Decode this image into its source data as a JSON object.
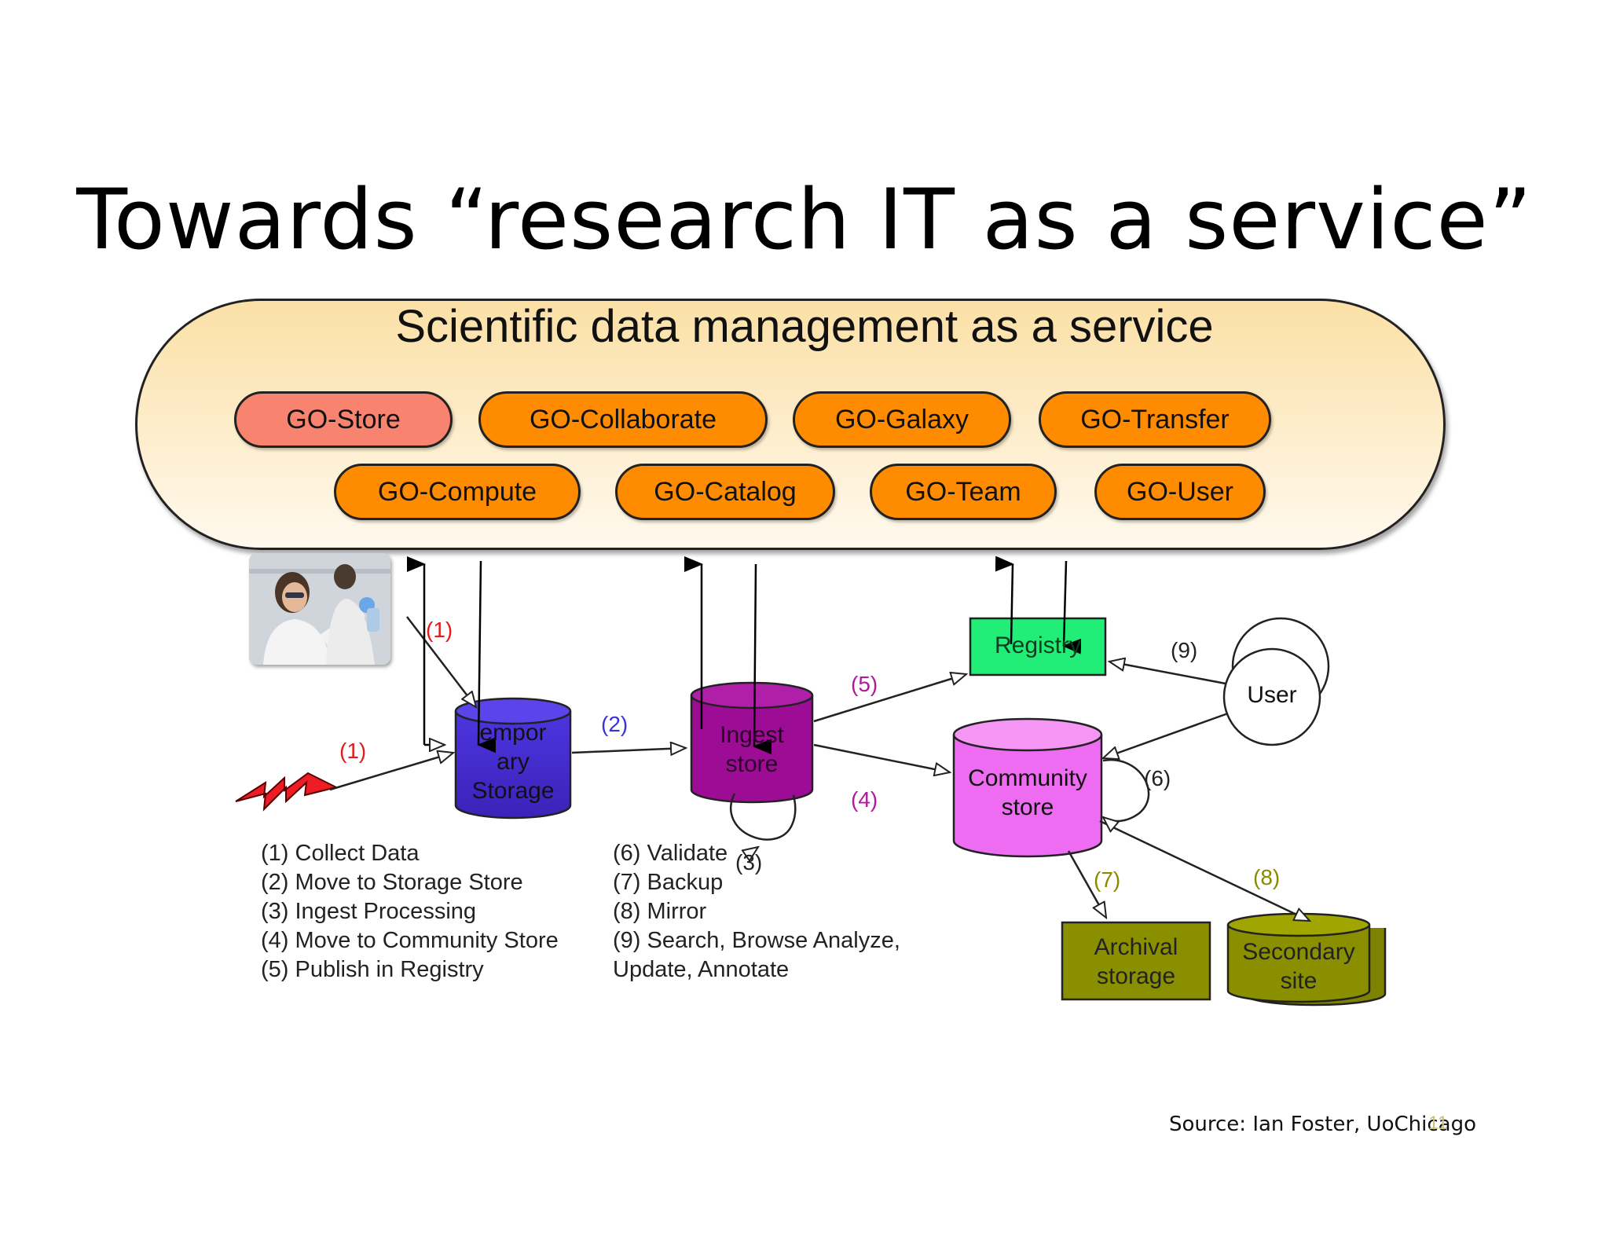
{
  "title": "Towards “research IT as a service”",
  "banner": {
    "title": "Scientific data management as a service",
    "services_row1": [
      "GO-Store",
      "GO-Collaborate",
      "GO-Galaxy",
      "GO-Transfer"
    ],
    "services_row2": [
      "GO-Compute",
      "GO-Catalog",
      "GO-Team",
      "GO-User"
    ]
  },
  "nodes": {
    "temporary_storage": [
      "empor",
      "ary",
      "Storage"
    ],
    "ingest_store": [
      "Ingest",
      "store"
    ],
    "registry": "Registry",
    "user": "User",
    "community_store": [
      "Community",
      "store"
    ],
    "archival_storage": [
      "Archival",
      "storage"
    ],
    "secondary_site": [
      "Secondary",
      "site"
    ]
  },
  "step_labels": {
    "s1a": "(1)",
    "s1b": "(1)",
    "s2": "(2)",
    "s3": "(3)",
    "s4": "(4)",
    "s5": "(5)",
    "s6": "(6)",
    "s7": "(7)",
    "s8": "(8)",
    "s9": "(9)"
  },
  "legend_left": [
    "(1) Collect Data",
    "(2) Move to Storage Store",
    "(3) Ingest Processing",
    "(4) Move to Community Store",
    "(5) Publish in Registry"
  ],
  "legend_right": [
    "(6) Validate",
    "(7) Backup",
    "(8) Mirror",
    "(9) Search, Browse Analyze,",
    "Update, Annotate"
  ],
  "source": "Source: Ian Foster, UoChicago",
  "page_number": "11",
  "colors": {
    "service_orange": "#ff8c00",
    "service_salmon": "#f8836f",
    "temporary_storage": "#4b2fd6",
    "ingest_store": "#9c0c94",
    "registry": "#22ee77",
    "community_store": "#ee6cf2",
    "archive_olive": "#8a8f00",
    "step_red": "#e21b1b",
    "step_blue": "#3a34d8",
    "step_magenta": "#b0199c",
    "step_olive": "#8a8a00"
  }
}
